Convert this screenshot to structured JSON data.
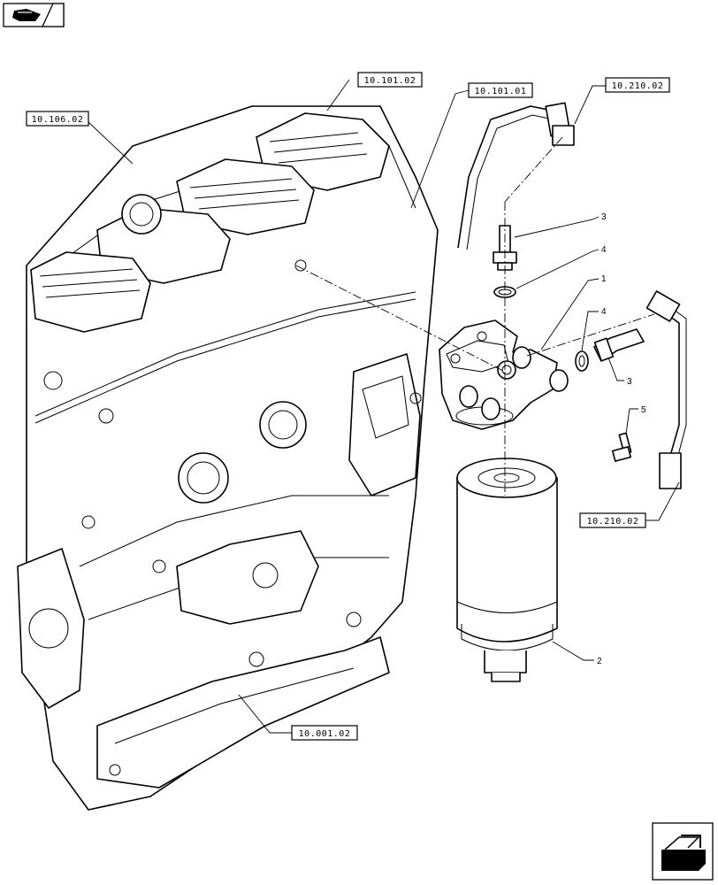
{
  "nav": {
    "top_icon": "book-hand-icon",
    "bottom_icon": "next-page-arrow-icon"
  },
  "references": {
    "ref_1": "10.101.02",
    "ref_2": "10.106.02",
    "ref_3": "10.101.01",
    "ref_4": "10.210.02",
    "ref_5": "10.210.02",
    "ref_6": "10.001.02"
  },
  "callouts": {
    "c1": "3",
    "c2": "4",
    "c3": "1",
    "c4": "4",
    "c5": "3",
    "c6": "5",
    "c7": "2"
  }
}
